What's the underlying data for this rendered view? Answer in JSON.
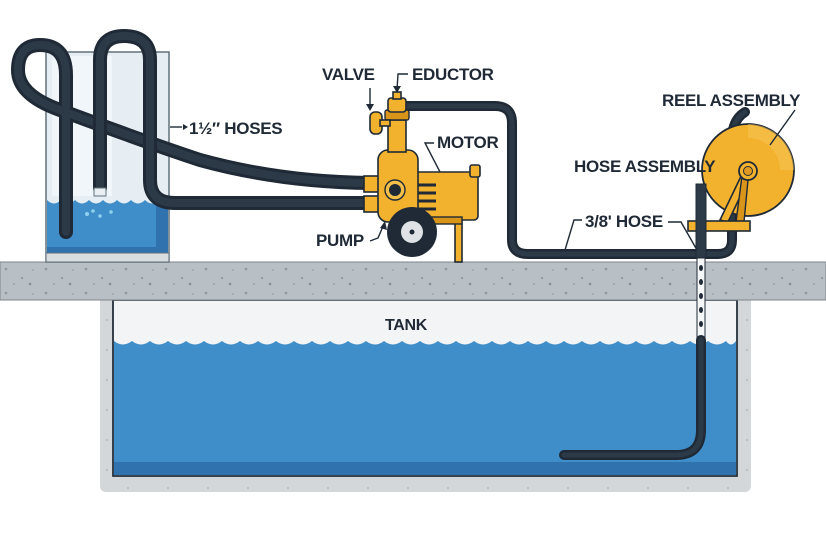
{
  "diagram": {
    "title": "Pump and reel assembly drawing water from an underground tank",
    "labels": {
      "hoses": "1½″ HOSES",
      "valve": "VALVE",
      "eductor": "EDUCTOR",
      "motor": "MOTOR",
      "pump": "PUMP",
      "reel_assembly": "REEL ASSEMBLY",
      "hose_assembly": "HOSE ASSEMBLY",
      "small_hose": "3/8' HOSE",
      "tank": "TANK"
    },
    "components": [
      {
        "id": "supply-container",
        "type": "water container",
        "contains": "two 1½″ hoses"
      },
      {
        "id": "pump",
        "type": "pump with motor, valve and eductor"
      },
      {
        "id": "reel",
        "type": "hose reel assembly"
      },
      {
        "id": "tank",
        "type": "underground tank"
      }
    ],
    "colors": {
      "water": "#3f8ec9",
      "water_dark": "#2f72ad",
      "equipment": "#f2b22e",
      "hose": "#1f2a36",
      "ground": "#b8bfc4",
      "outline": "#1f2a36"
    }
  }
}
